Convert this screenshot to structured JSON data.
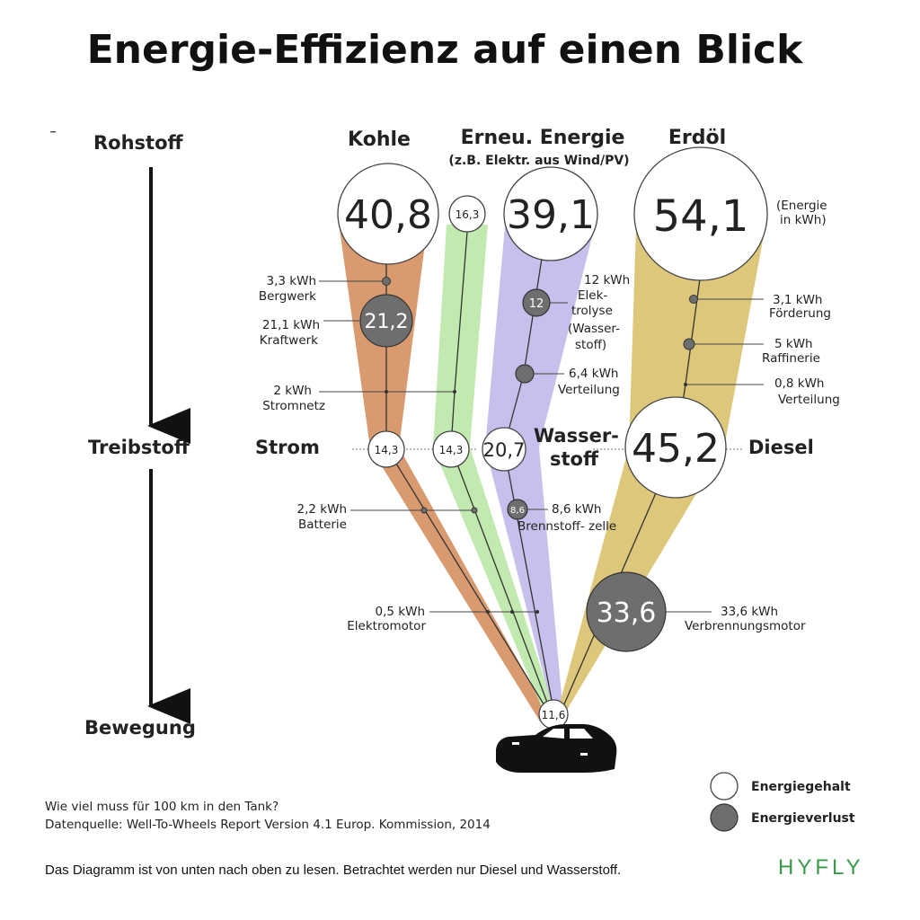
{
  "title": "Energie-Effizienz auf einen Blick",
  "colors": {
    "kohle": "#d99a70",
    "erneu": "#c2eab0",
    "wasserstoff": "#c8c0ec",
    "erdoel": "#dcc77a",
    "verlust": "#6e6e6e",
    "gehalt": "#ffffff",
    "brand": "#3a9a4a"
  },
  "stages": {
    "rohstoff": "Rohstoff",
    "treibstoff": "Treibstoff",
    "bewegung": "Bewegung"
  },
  "sources": {
    "kohle": "Kohle",
    "erneu": "Erneu. Energie",
    "erneu_sub": "(z.B. Elektr. aus Wind/PV)",
    "erdoel": "Erdöl",
    "unit_note_1": "(Energie",
    "unit_note_2": "in kWh)"
  },
  "values": {
    "kohle_start": "40,8",
    "erneu_start": "16,3",
    "wasser_start": "39,1",
    "erdoel_start": "54,1",
    "kraftwerk_loss": "21,2",
    "elektrolyse_loss": "12",
    "strom_kohle": "14,3",
    "strom_erneu": "14,3",
    "wasserstoff": "20,7",
    "diesel": "45,2",
    "brennstoffzelle_loss": "8,6",
    "verbrennung_loss": "33,6",
    "bewegung": "11,6"
  },
  "losses": {
    "bergwerk_kwh": "3,3 kWh",
    "bergwerk": "Bergwerk",
    "kraftwerk_kwh": "21,1 kWh",
    "kraftwerk": "Kraftwerk",
    "stromnetz_kwh": "2 kWh",
    "stromnetz": "Stromnetz",
    "elektrolyse_kwh": "12 kWh",
    "elektrolyse_1": "Elek-",
    "elektrolyse_2": "trolyse",
    "elektrolyse_3": "(Wasser-",
    "elektrolyse_4": "stoff)",
    "verteilung_h2_kwh": "6,4 kWh",
    "verteilung_h2": "Verteilung",
    "foerderung_kwh": "3,1 kWh",
    "foerderung": "Förderung",
    "raffinerie_kwh": "5 kWh",
    "raffinerie": "Raffinerie",
    "verteilung_oel_kwh": "0,8 kWh",
    "verteilung_oel": "Verteilung",
    "batterie_kwh": "2,2 kWh",
    "batterie": "Batterie",
    "brennstoffzelle_kwh": "8,6 kWh",
    "brennstoffzelle": "Brennstoff- zelle",
    "elektromotor_kwh": "0,5 kWh",
    "elektromotor": "Elektromotor",
    "verbrennung_kwh": "33,6 kWh",
    "verbrennung": "Verbrennungsmotor"
  },
  "fuels": {
    "strom": "Strom",
    "wasserstoff_1": "Wasser-",
    "wasserstoff_2": "stoff",
    "diesel": "Diesel"
  },
  "legend": {
    "gehalt": "Energiegehalt",
    "verlust": "Energieverlust"
  },
  "footer": {
    "question": "Wie viel muss für 100 km in den Tank?",
    "source": "Datenquelle: Well-To-Wheels Report Version 4.1 Europ. Kommission, 2014",
    "note": "Das Diagramm ist von unten nach oben zu lesen. Betrachtet werden nur Diesel und Wasserstoff."
  },
  "brand": "HYFLY"
}
